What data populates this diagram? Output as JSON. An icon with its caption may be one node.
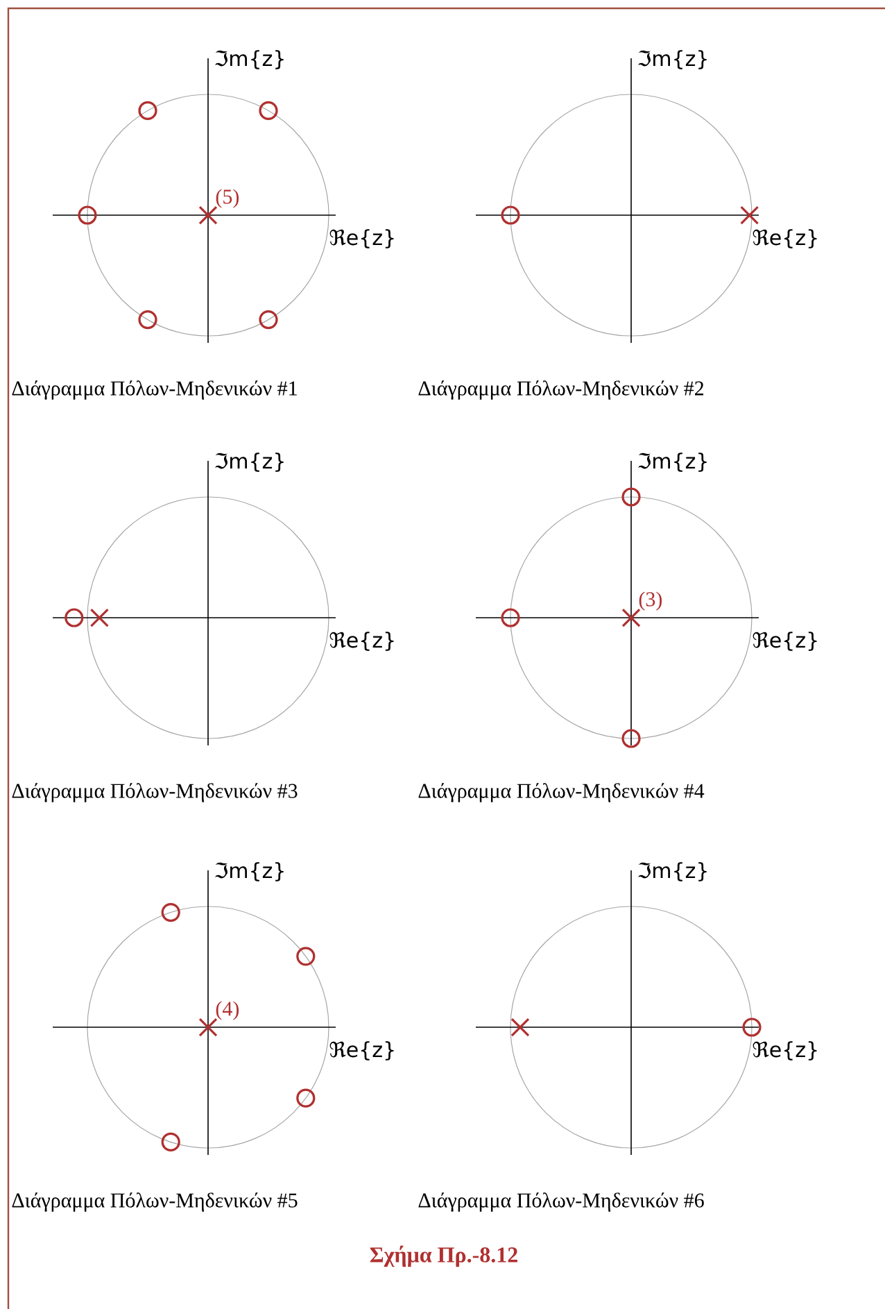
{
  "diagram": {
    "caption": "Σχήμα Πρ.-8.12",
    "labels": [
      "ℑm{z}",
      "(5)",
      "ℜe{z}",
      "Διάγραμμα Πόλων-Μηδενικών #1",
      "ℑm{z}",
      "ℜe{z}",
      "Διάγραμμα Πόλων-Μηδενικών #2",
      "ℑm{z}",
      "ℜe{z}",
      "Διάγραμμα Πόλων-Μηδενικών #3",
      "ℑm{z}",
      "(3)",
      "ℜe{z}",
      "Διάγραμμα Πόλων-Μηδενικών #4",
      "ℑm{z}",
      "(4)",
      "ℜe{z}",
      "Διάγραμμα Πόλων-Μηδενικών #5",
      "ℑm{z}",
      "ℜe{z}",
      "Διάγραμμα Πόλων-Μηδενικών #6"
    ]
  }
}
